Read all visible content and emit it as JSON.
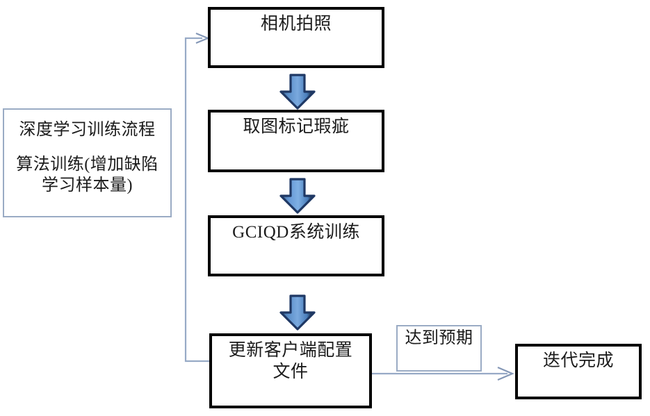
{
  "diagram": {
    "title": "深度学习训练流程",
    "nodes": [
      {
        "id": "capture",
        "label": "相机拍照"
      },
      {
        "id": "mark",
        "label": "取图标记瑕疵"
      },
      {
        "id": "train",
        "label": "GCIQD系统训练"
      },
      {
        "id": "update",
        "label": "更新客户端配置\n文件"
      },
      {
        "id": "done",
        "label": "迭代完成"
      }
    ],
    "note": {
      "heading": "深度学习训练流程",
      "body": "算法训练(增加缺陷\n学习样本量)"
    },
    "edge_label": {
      "text": "达到预期"
    },
    "arrows": [
      {
        "id": "capture-to-mark",
        "kind": "block-arrow-down"
      },
      {
        "id": "mark-to-train",
        "kind": "block-arrow-down"
      },
      {
        "id": "train-to-update",
        "kind": "block-arrow-down"
      },
      {
        "id": "update-to-done",
        "kind": "line-arrow-right"
      },
      {
        "id": "update-to-capture-feedback",
        "kind": "line-arrow-feedback"
      }
    ],
    "colors": {
      "node_border": "#000000",
      "note_border": "#9aabc4",
      "connector_line": "#97aac6",
      "block_arrow_fill": "#4a7ebb",
      "block_arrow_outline": "#1f3864",
      "text": "#1b1b1b",
      "background": "#ffffff"
    }
  }
}
